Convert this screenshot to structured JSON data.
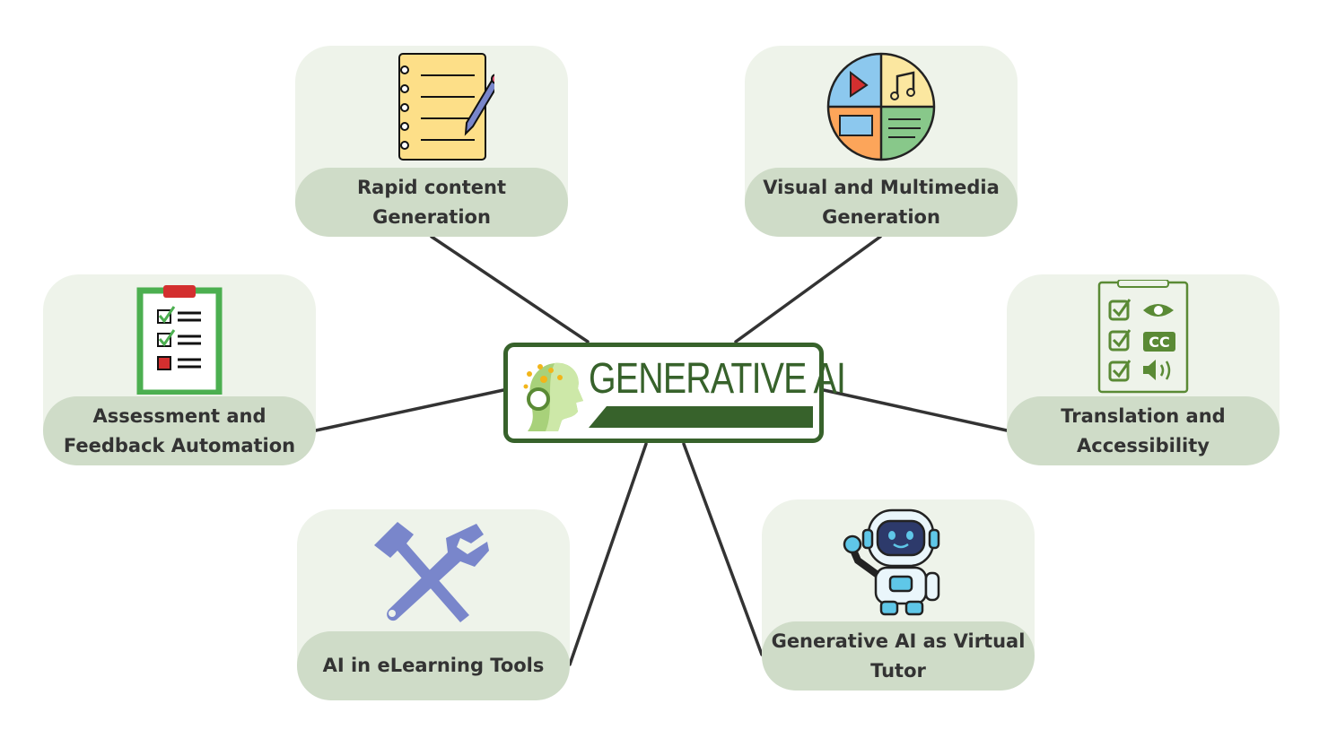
{
  "center": {
    "title": "GENERATIVE AI"
  },
  "nodes": [
    {
      "label": "Rapid content Generation",
      "icon": "notebook-pencil-icon"
    },
    {
      "label": "Visual and Multimedia Generation",
      "icon": "multimedia-icon"
    },
    {
      "label": "Assessment and Feedback Automation",
      "icon": "checklist-clipboard-icon"
    },
    {
      "label": "Translation and Accessibility",
      "icon": "accessibility-icon"
    },
    {
      "label": "AI in eLearning Tools",
      "icon": "tools-icon"
    },
    {
      "label": "Generative AI as Virtual Tutor",
      "icon": "robot-icon"
    }
  ],
  "colors": {
    "accent": "#37622b",
    "card": "#eef3ea",
    "label": "#cfdcc8",
    "text": "#333333"
  }
}
